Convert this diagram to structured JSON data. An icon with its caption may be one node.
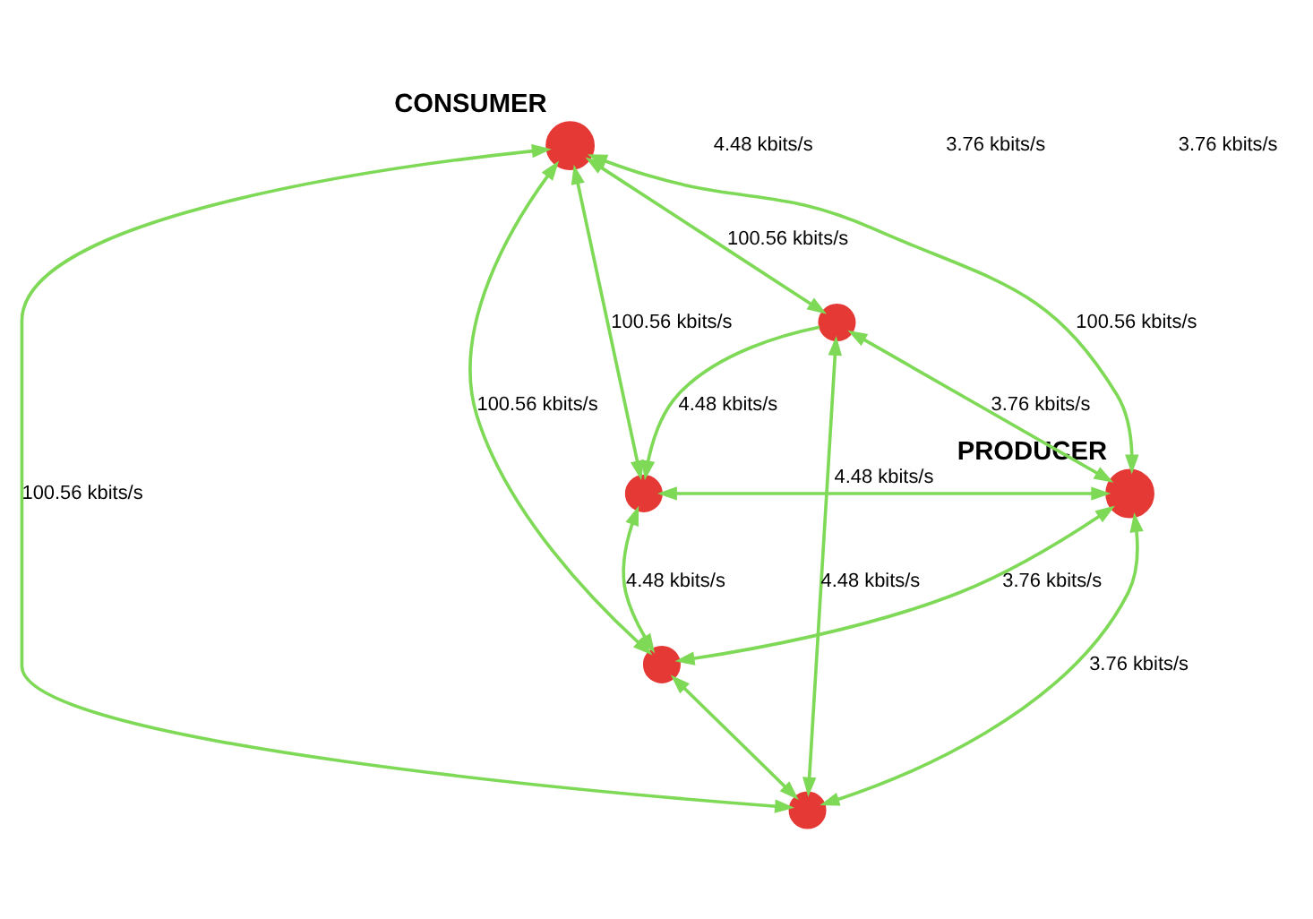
{
  "diagram": {
    "nodes": [
      {
        "text": [
          "CONSUMER"
        ]
      },
      {
        "text": [],
        "shape": "circle"
      },
      {
        "text": [],
        "shape": "circle"
      },
      {
        "text": [],
        "shape": "circle"
      },
      {
        "text": [],
        "shape": "circle"
      },
      {
        "text": [
          "PRODUCER"
        ]
      }
    ],
    "edges": [
      {
        "from": 0,
        "to": 2,
        "arrow": "both",
        "label": "100.56 kbits/s"
      },
      {
        "from": 0,
        "to": 1,
        "arrow": "both",
        "label": "100.56 kbits/s"
      },
      {
        "from": 0,
        "to": 3,
        "arrow": "both",
        "label": "100.56 kbits/s"
      },
      {
        "from": 0,
        "to": 4,
        "arrow": "both",
        "label": "100.56 kbits/s"
      },
      {
        "from": 0,
        "to": 5,
        "arrow": "both",
        "label": "100.56 kbits/s"
      },
      {
        "from": 1,
        "to": 2,
        "arrow": "to",
        "label": "4.48 kbits/s"
      },
      {
        "from": 5,
        "to": 1,
        "arrow": "both",
        "label": "3.76 kbits/s"
      },
      {
        "from": 1,
        "to": 4,
        "arrow": "both",
        "label": "4.48 kbits/s"
      },
      {
        "from": 5,
        "to": 2,
        "arrow": "both",
        "label": "4.48 kbits/s"
      },
      {
        "from": 2,
        "to": 3,
        "arrow": "both",
        "label": "4.48 kbits/s"
      },
      {
        "from": 5,
        "to": 3,
        "arrow": "both",
        "label": "3.76 kbits/s"
      },
      {
        "from": 3,
        "to": 4,
        "arrow": "both"
      },
      {
        "from": 5,
        "to": 4,
        "arrow": "both",
        "label": "3.76 kbits/s"
      }
    ],
    "labels": [
      "4.48 kbits/s",
      "3.76 kbits/s",
      "3.76 kbits/s"
    ]
  }
}
